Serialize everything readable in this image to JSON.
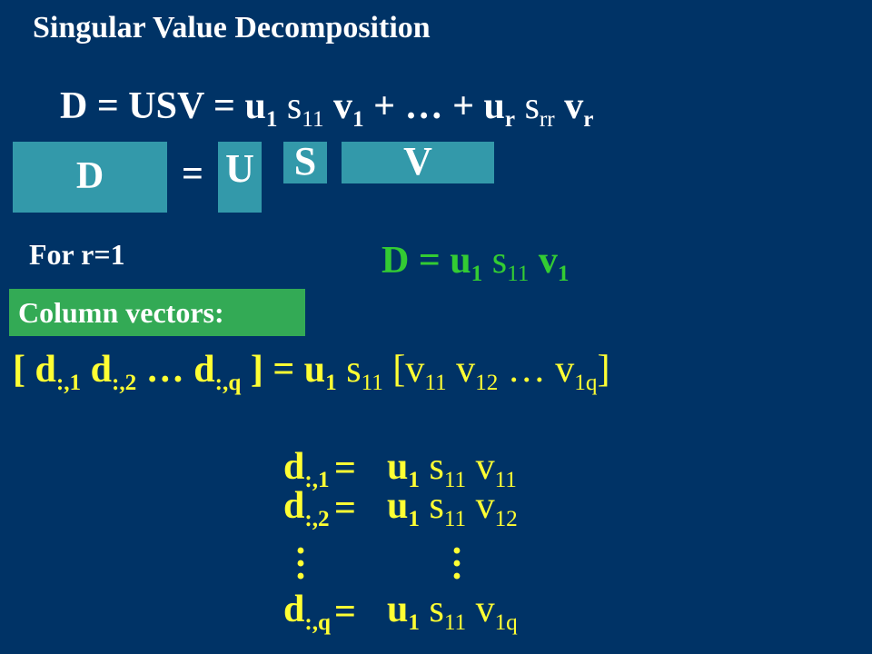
{
  "title": "Singular Value Decomposition",
  "main_equation": {
    "lhs": "D = USV = ",
    "u1": "u",
    "u1_sub": "1",
    "s11": "s",
    "s11_sub": "11",
    "v1": "v",
    "v1_sub": "1",
    "mid": " + … + ",
    "ur": "u",
    "ur_sub": "r",
    "srr": "s",
    "srr_sub": "rr",
    "vr": "v",
    "vr_sub": "r"
  },
  "matrix_boxes": {
    "d_label": "D",
    "equals": "=",
    "u_label": "U",
    "s_label": "S",
    "v_label": "V"
  },
  "for_r": "For r=1",
  "rank1_equation": {
    "lhs": "D = ",
    "u": "u",
    "u_sub": "1",
    "s": "s",
    "s_sub": "11",
    "v": "v",
    "v_sub": "1"
  },
  "column_vectors_label": "Column vectors:",
  "vector_equation": {
    "open": "[ d",
    "d1_sub": ":,1",
    "d2": " d",
    "d2_sub": ":,2",
    "dots": " … d",
    "dq_sub": ":,q",
    "close": " ] = ",
    "u": "u",
    "u_sub": "1",
    "s": " s",
    "s_sub": "11",
    "bracket_open": " [",
    "v11": "v",
    "v11_sub": "11",
    "v12": " v",
    "v12_sub": "12",
    "ellipsis": " … ",
    "v1q": "v",
    "v1q_sub": "1q",
    "bracket_close": "]"
  },
  "column_rows": [
    {
      "d": "d",
      "d_sub": ":,1",
      "eq": "=",
      "u": "u",
      "u_sub": "1",
      "s": "s",
      "s_sub": "11",
      "v": "v",
      "v_sub": "11"
    },
    {
      "d": "d",
      "d_sub": ":,2",
      "eq": "=",
      "u": "u",
      "u_sub": "1",
      "s": "s",
      "s_sub": "11",
      "v": "v",
      "v_sub": "12"
    },
    {
      "d": "d",
      "d_sub": ":,q",
      "eq": "=",
      "u": "u",
      "u_sub": "1",
      "s": "s",
      "s_sub": "11",
      "v": "v",
      "v_sub": "1q"
    }
  ],
  "colors": {
    "background": "#003366",
    "box": "#3399aa",
    "green_text": "#33cc33",
    "label_bg": "#33aa55",
    "yellow_text": "#ffff33"
  }
}
